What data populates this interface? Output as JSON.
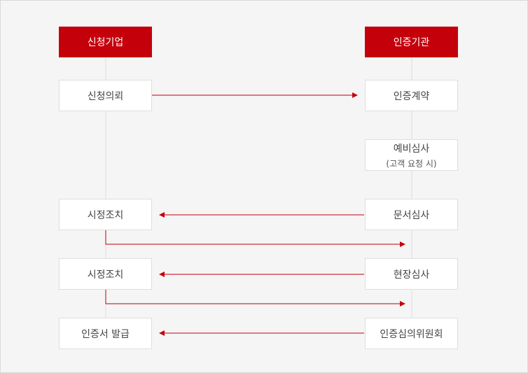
{
  "headers": {
    "left": "신청기업",
    "right": "인증기관"
  },
  "left_steps": {
    "request": "신청의뢰",
    "correction_1": "시정조치",
    "correction_2": "시정조치",
    "issue": "인증서 발급"
  },
  "right_steps": {
    "contract": "인증계약",
    "preliminary": "예비심사",
    "preliminary_note": "(고객 요청 시)",
    "document": "문서심사",
    "onsite": "현장심사",
    "committee": "인증심의위원회"
  },
  "colors": {
    "accent": "#c4000b",
    "arrow": "#c4000b",
    "lifeline": "#dddddd",
    "box_border": "#dedede",
    "background": "#f5f5f5"
  }
}
